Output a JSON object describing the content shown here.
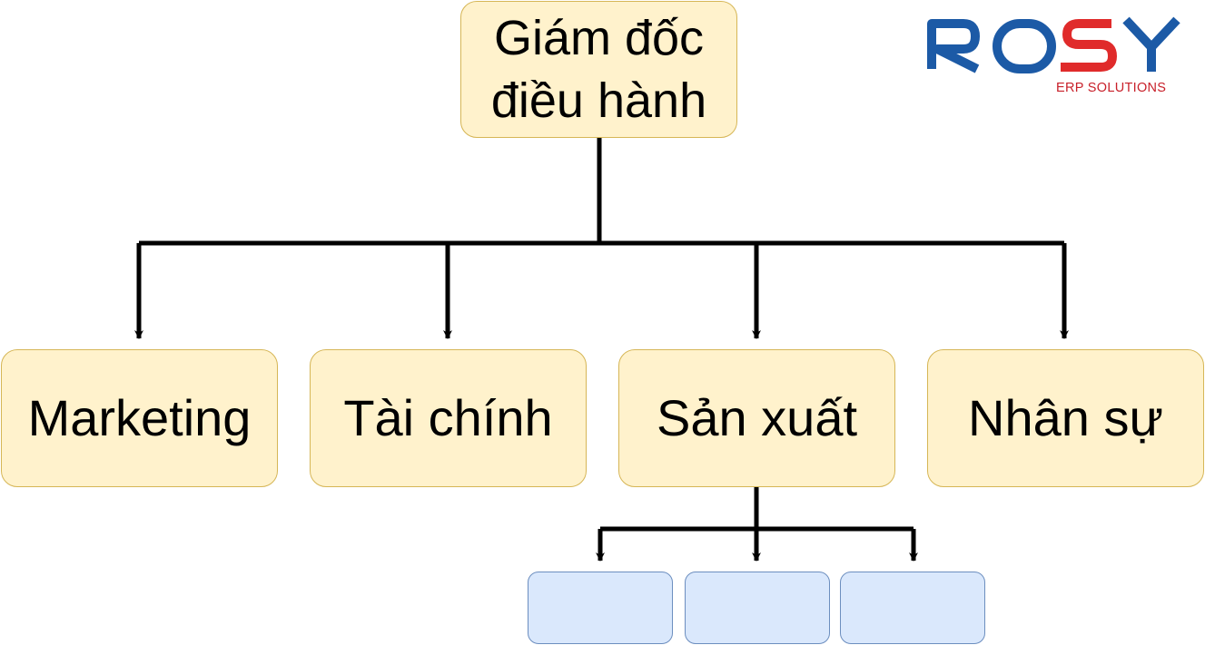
{
  "colors": {
    "node_fill": "#fff2cc",
    "node_border": "#d6b656",
    "sub_fill": "#dae8fc",
    "sub_border": "#6c8ebf",
    "logo_blue": "#1c5aa6",
    "logo_red": "#e02b2b"
  },
  "logo": {
    "wordmark": "ROSY",
    "tagline": "ERP SOLUTIONS"
  },
  "root": {
    "line1": "Giám đốc",
    "line2": "điều hành"
  },
  "departments": [
    {
      "label": "Marketing"
    },
    {
      "label": "Tài chính"
    },
    {
      "label": "Sản xuất"
    },
    {
      "label": "Nhân sự"
    }
  ],
  "sub_units": [
    {
      "label": ""
    },
    {
      "label": ""
    },
    {
      "label": ""
    }
  ]
}
